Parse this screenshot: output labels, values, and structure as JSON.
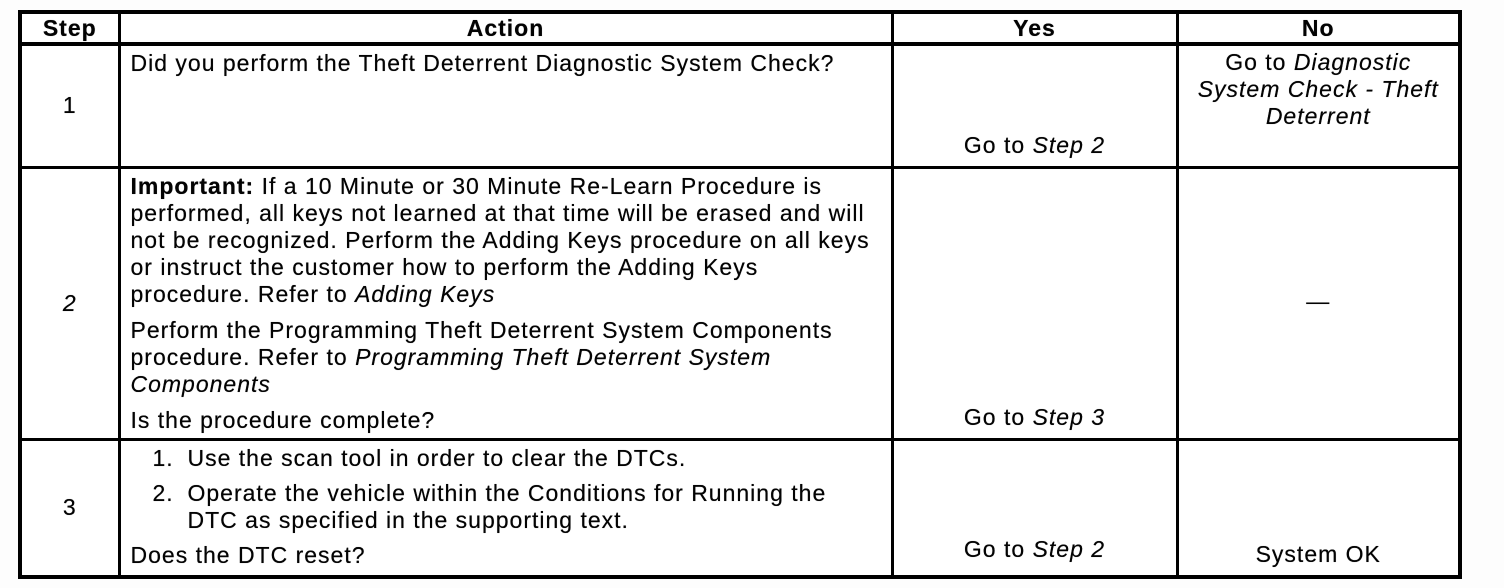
{
  "colors": {
    "ink": "#000000",
    "paper": "#ffffff"
  },
  "table": {
    "headers": {
      "step": "Step",
      "action": "Action",
      "yes": "Yes",
      "no": "No"
    },
    "rows": [
      {
        "step": "1",
        "action": {
          "question": "Did you perform the Theft Deterrent Diagnostic System Check?"
        },
        "yes": {
          "prefix": "Go to ",
          "ref": "Step 2"
        },
        "no": {
          "prefix": "Go to ",
          "ref": "Diagnostic System Check - Theft Deterrent"
        }
      },
      {
        "step": "2",
        "action": {
          "p1_label": "Important:",
          "p1_text": " If a 10 Minute or 30 Minute Re-Learn Procedure is performed, all keys not learned at that time will be erased and will not be recognized. Perform the Adding Keys procedure on all keys or instruct the customer how to perform the Adding Keys procedure. Refer to ",
          "p1_ref": "Adding Keys",
          "p2_text": "Perform the Programming Theft Deterrent System Components procedure. Refer to ",
          "p2_ref": "Programming Theft Deterrent System Components",
          "question": "Is the procedure complete?"
        },
        "yes": {
          "prefix": "Go to ",
          "ref": "Step 3"
        },
        "no": {
          "text": "—"
        }
      },
      {
        "step": "3",
        "action": {
          "list": [
            {
              "num": "1.",
              "text": "Use the scan tool in order to clear the DTCs."
            },
            {
              "num": "2.",
              "text": "Operate the vehicle within the Conditions for Running the DTC as specified in the supporting text."
            }
          ],
          "question": "Does the DTC reset?"
        },
        "yes": {
          "prefix": "Go to ",
          "ref": "Step 2"
        },
        "no": {
          "text": "System OK"
        }
      }
    ]
  }
}
